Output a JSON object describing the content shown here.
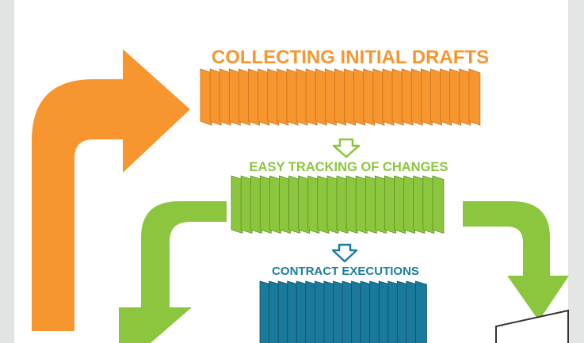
{
  "stages": [
    {
      "label": "COLLECTING INITIAL DRAFTS",
      "color": "#f7962f",
      "edge": "#c8701c",
      "count": 29
    },
    {
      "label": "EASY TRACKING OF CHANGES",
      "color": "#8cc63e",
      "edge": "#5f8f22",
      "count": 22
    },
    {
      "label": "CONTRACT EXECUTIONS",
      "color": "#1a7a9c",
      "edge": "#0e4f67",
      "count": 18
    }
  ],
  "colors": {
    "orange": "#f7962f",
    "green": "#8cc63e",
    "blue": "#1b7ea0",
    "panel_gray": "#e2e3e3"
  }
}
